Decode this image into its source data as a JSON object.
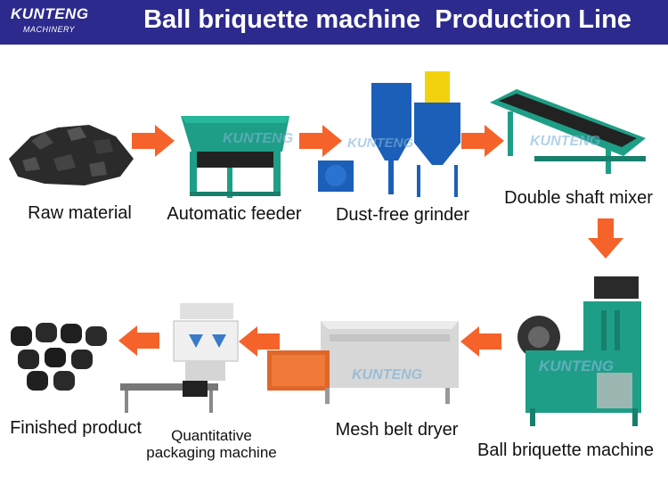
{
  "header": {
    "title": "Ball briquette machine  Production Line",
    "logo_name": "KUNTENG",
    "logo_sub": "MACHINERY",
    "bg_color": "#2c2a8c"
  },
  "steps": [
    {
      "label": "Raw material"
    },
    {
      "label": "Automatic feeder"
    },
    {
      "label": "Dust-free grinder"
    },
    {
      "label": "Double shaft mixer"
    },
    {
      "label": "Ball briquette machine"
    },
    {
      "label": "Mesh belt dryer"
    },
    {
      "label_line1": "Quantitative",
      "label_line2": "packaging machine"
    },
    {
      "label": "Finished product"
    }
  ],
  "colors": {
    "arrow": "#f5632a",
    "machine_green": "#1e9e86",
    "machine_blue": "#1c5fb8",
    "coal": "#2a2a2a"
  }
}
